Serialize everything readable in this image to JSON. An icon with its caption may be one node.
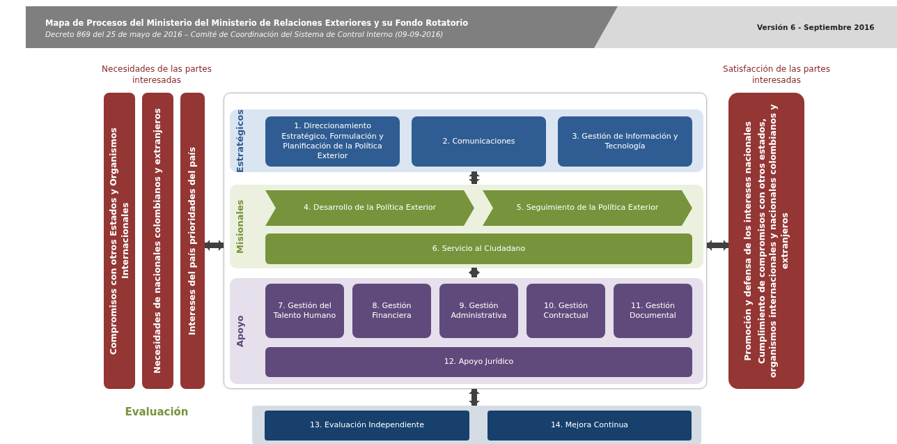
{
  "diagram": {
    "title": "Mapa de Procesos del Ministerio del Ministerio de Relaciones Exteriores y su Fondo Rotatorio",
    "nodes": [
      {
        "text": [
          "Compromisos con otros Estados y Organismos Internacionales"
        ]
      },
      {
        "text": [
          "Necesidades de nacionales colombianos y extranjeros"
        ]
      },
      {
        "text": [
          "Intereses del país prioridades del país"
        ]
      },
      {
        "text": [],
        "shape": "box"
      },
      {
        "text": [
          "Estratégicos"
        ],
        "in": 3
      },
      {
        "text": [
          "1. Direccionamiento Estratégico, Formulación y Planificación de la Política Exterior"
        ],
        "in": 4
      },
      {
        "text": [
          "2. Comunicaciones"
        ],
        "in": 4
      },
      {
        "text": [
          "3. Gestión de Información y Tecnología"
        ],
        "in": 4
      },
      {
        "text": [
          "Misionales"
        ],
        "in": 3
      },
      {
        "text": [
          "4. Desarrollo de la Política Exterior"
        ],
        "in": 8
      },
      {
        "text": [
          "5. Seguimiento de la Política Exterior"
        ],
        "in": 8
      },
      {
        "text": [
          "6. Servicio al Ciudadano"
        ],
        "in": 8
      },
      {
        "text": [
          "Apoyo"
        ],
        "in": 3
      },
      {
        "text": [
          "7. Gestión del Talento Humano"
        ],
        "in": 12
      },
      {
        "text": [
          "8. Gestión Financiera"
        ],
        "in": 12
      },
      {
        "text": [
          "9. Gestión Administrativa"
        ],
        "in": 12
      },
      {
        "text": [
          "10. Gestión Contractual"
        ],
        "in": 12
      },
      {
        "text": [
          "11. Gestión Documental"
        ],
        "in": 12
      },
      {
        "text": [
          "12. Apoyo Jurídico"
        ],
        "in": 12
      },
      {
        "text": [],
        "shape": "box"
      },
      {
        "text": [
          "13. Evaluación Independiente"
        ],
        "in": 19
      },
      {
        "text": [
          "14. Mejora Continua"
        ],
        "in": 19
      },
      {
        "text": [
          "Promoción y defensa de los intereses nacionales",
          "Cumplimiento de compromisos con otros estados, organismos internacionales y nacionales colombianos y extranjeros"
        ]
      }
    ],
    "edges": [
      {
        "from": 2,
        "to": 3,
        "arrow": "both"
      },
      {
        "from": 3,
        "to": 22,
        "arrow": "both"
      },
      {
        "from": 4,
        "to": 8,
        "arrow": "both"
      },
      {
        "from": 8,
        "to": 12,
        "arrow": "both"
      },
      {
        "from": 3,
        "to": 19,
        "arrow": "both"
      }
    ],
    "labels": [
      "Decreto 869 del 25 de mayo de 2016 – Comité de Coordinación del Sistema de Control Interno (09-09-2016)",
      "Versión 6 - Septiembre 2016",
      "Necesidades de las partes interesadas",
      "Satisfacción de las partes interesadas",
      "Evaluación"
    ]
  }
}
